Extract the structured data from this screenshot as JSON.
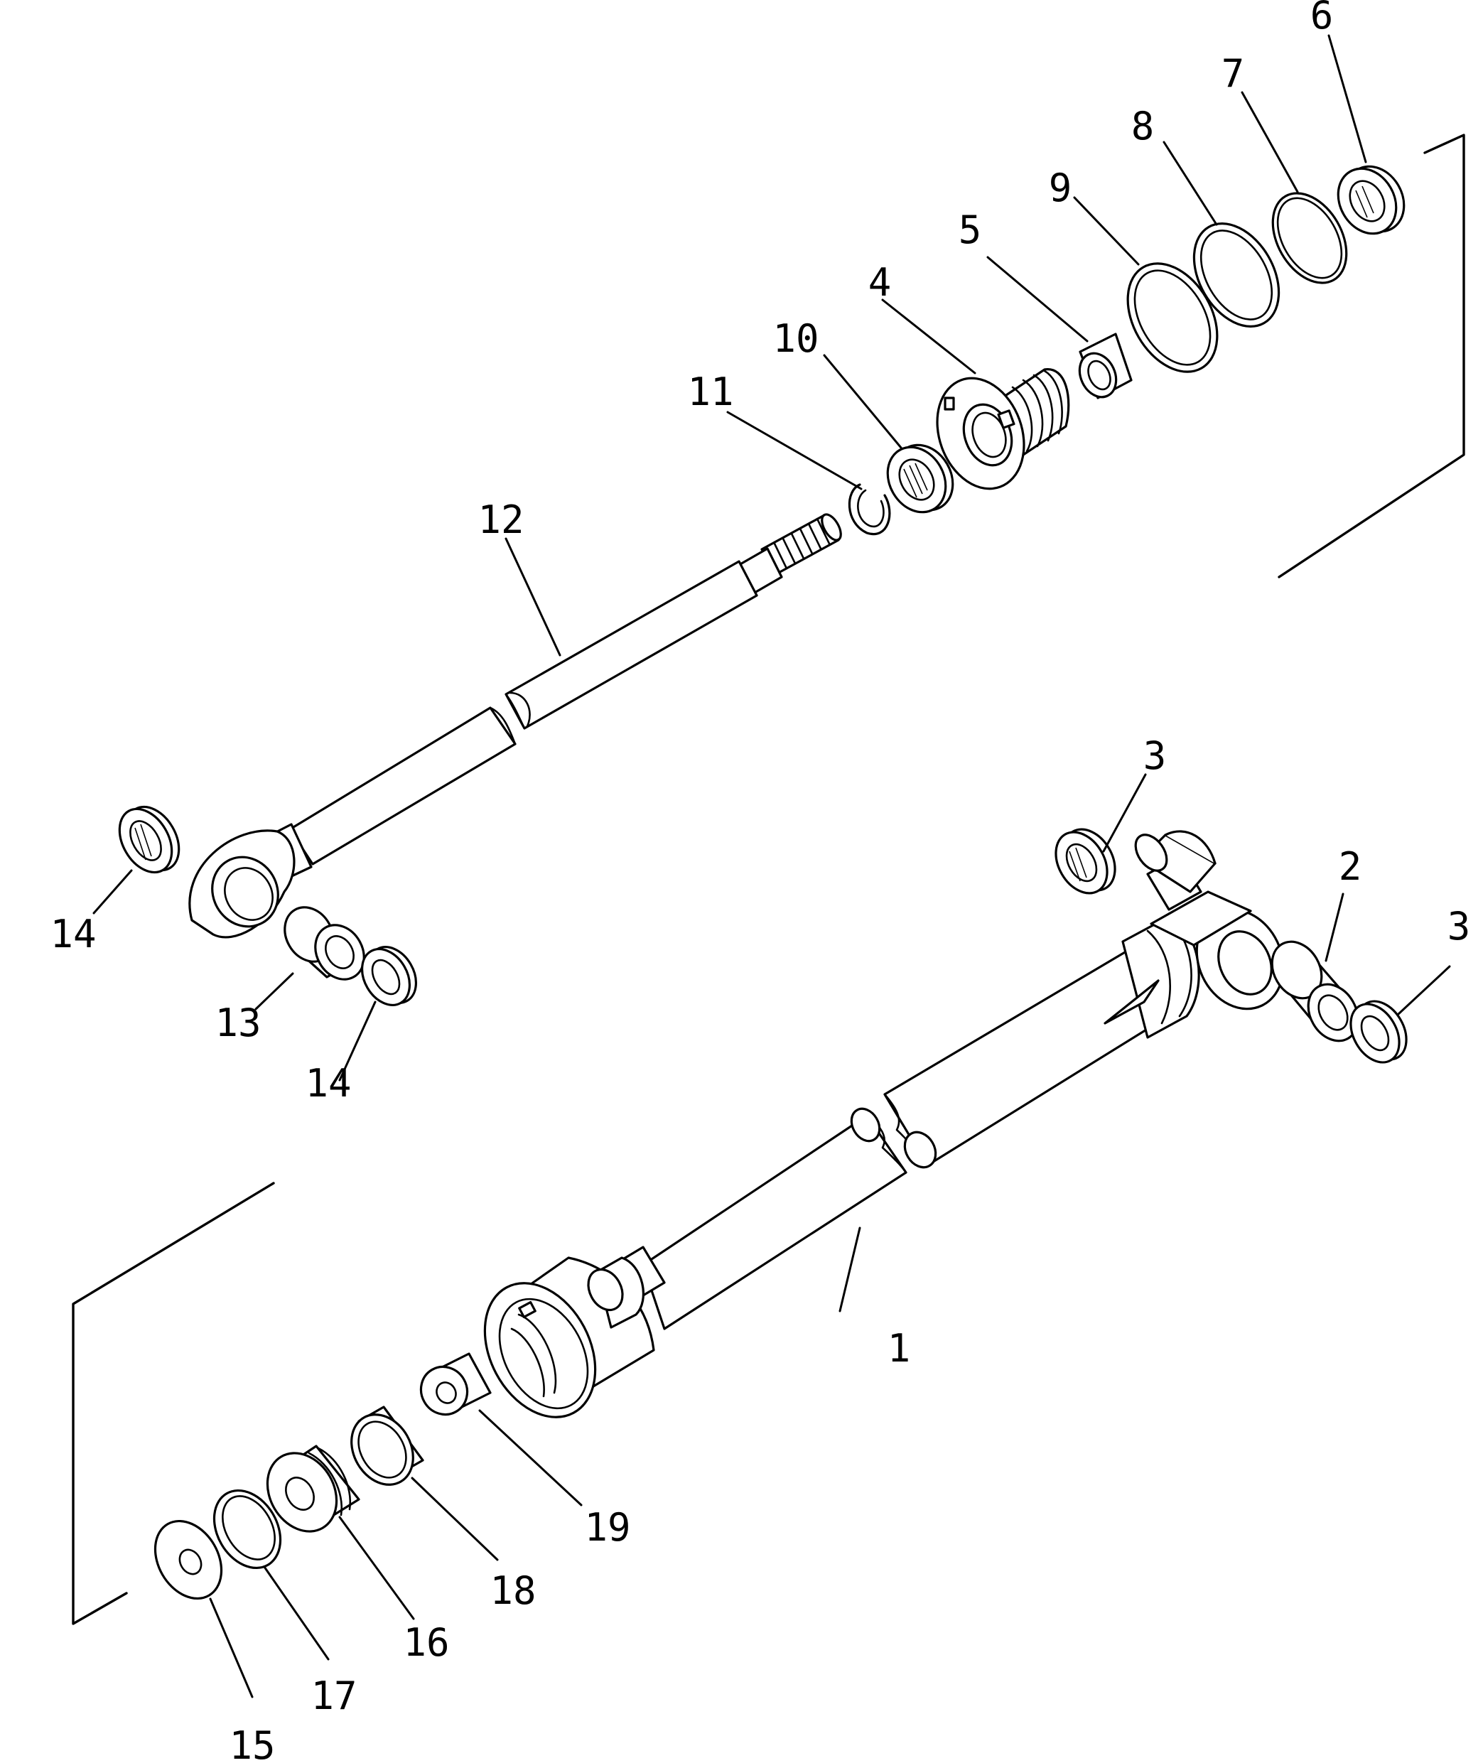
{
  "diagram": {
    "type": "exploded-parts-view",
    "callouts": [
      {
        "id": "callout-1",
        "text": "1"
      },
      {
        "id": "callout-2",
        "text": "2"
      },
      {
        "id": "callout-3a",
        "text": "3"
      },
      {
        "id": "callout-3b",
        "text": "3"
      },
      {
        "id": "callout-4",
        "text": "4"
      },
      {
        "id": "callout-5",
        "text": "5"
      },
      {
        "id": "callout-6",
        "text": "6"
      },
      {
        "id": "callout-7",
        "text": "7"
      },
      {
        "id": "callout-8",
        "text": "8"
      },
      {
        "id": "callout-9",
        "text": "9"
      },
      {
        "id": "callout-10",
        "text": "10"
      },
      {
        "id": "callout-11",
        "text": "11"
      },
      {
        "id": "callout-12",
        "text": "12"
      },
      {
        "id": "callout-13",
        "text": "13"
      },
      {
        "id": "callout-14a",
        "text": "14"
      },
      {
        "id": "callout-14b",
        "text": "14"
      },
      {
        "id": "callout-15",
        "text": "15"
      },
      {
        "id": "callout-16",
        "text": "16"
      },
      {
        "id": "callout-17",
        "text": "17"
      },
      {
        "id": "callout-18",
        "text": "18"
      },
      {
        "id": "callout-19",
        "text": "19"
      }
    ]
  }
}
